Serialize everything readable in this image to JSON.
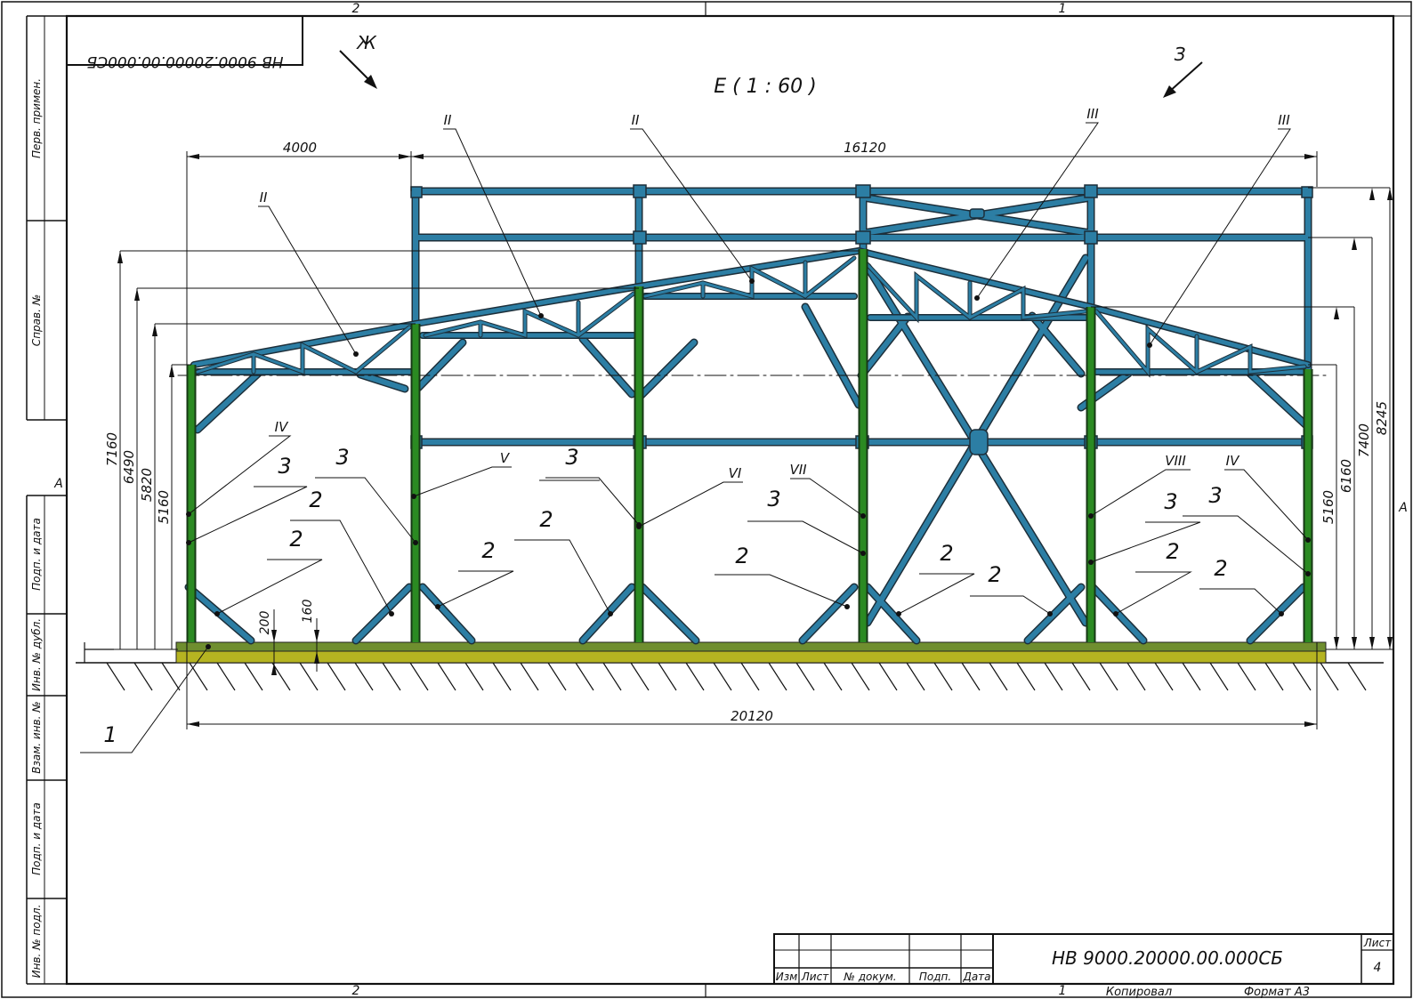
{
  "sheet": {
    "mirrored_code": "НВ 9000.20000.00.000СБ",
    "view_title": "Е ( 1 : 60 )",
    "zone_top_left": "2",
    "zone_top_right": "1",
    "zone_bottom_left": "2",
    "zone_bottom_right": "1",
    "zone_side_left": "А",
    "zone_side_right": "А"
  },
  "view_arrows": {
    "left": "Ж",
    "right": "З"
  },
  "side_stamp": [
    "Перв. примен.",
    "Справ. №",
    "Подп. и дата",
    "Инв. № дубл.",
    "Взам. инв. №",
    "Подп. и дата",
    "Инв. № подл."
  ],
  "title_block": {
    "code": "НВ 9000.20000.00.000СБ",
    "columns": [
      "Изм",
      "Лист",
      "№ докум.",
      "Подп.",
      "Дата"
    ],
    "sheet_label": "Лист",
    "sheet_number": "4",
    "copied": "Копировал",
    "format": "Формат А3"
  },
  "dimensions": {
    "top_left": "4000",
    "top_right": "16120",
    "bottom": "20120",
    "left_heights": [
      "7160",
      "6490",
      "5820",
      "5160"
    ],
    "right_heights": [
      "5160",
      "6160",
      "7400",
      "8245"
    ],
    "base_200": "200",
    "base_160": "160"
  },
  "callouts": {
    "roman": [
      "II",
      "II",
      "II",
      "III",
      "III",
      "IV",
      "V",
      "VI",
      "VII",
      "VIII",
      "IV"
    ],
    "parts": [
      "1",
      "2",
      "3"
    ]
  },
  "colors": {
    "column_green": "#2b8a22",
    "frame_blue": "#2c7ea4",
    "foundation_olive": "#6f8e2f",
    "foundation_yellow": "#b5b421",
    "line": "#111111"
  }
}
